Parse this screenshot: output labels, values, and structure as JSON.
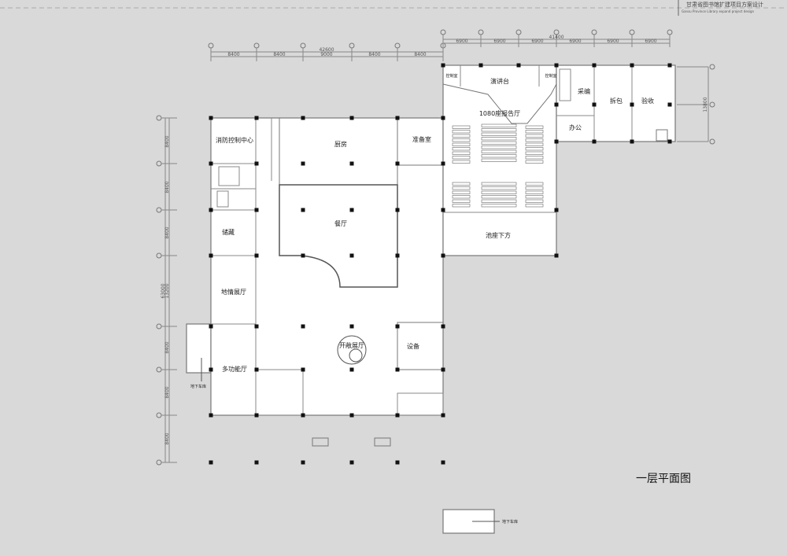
{
  "title": {
    "cn": "甘肃省图书馆扩建项目方案设计",
    "en": "Gansu Province Library expand project design"
  },
  "plan_title": "一层平面图",
  "dimensions": {
    "top_left_total": "42600",
    "top_left_spans": [
      "8400",
      "8400",
      "9000",
      "8400",
      "8400"
    ],
    "top_right_total": "41400",
    "top_right_spans": [
      "6900",
      "6900",
      "6900",
      "6900",
      "6900",
      "6900"
    ],
    "left_total": "63000",
    "left_spans": [
      "8400",
      "8400",
      "8400",
      "13200",
      "8400",
      "8400",
      "8400"
    ],
    "right_total": "13800"
  },
  "rooms": {
    "fire_control": "消防控制中心",
    "kitchen": "厨房",
    "prep": "准备室",
    "dining": "餐厅",
    "storage": "储藏",
    "local_exhibit": "地情展厅",
    "multi_hall": "多功能厅",
    "open_exhibit": "开敞展厅",
    "equipment": "设备",
    "stage": "演讲台",
    "control_l": "控制室",
    "control_r": "控制室",
    "auditorium": "1080座报告厅",
    "under_seats": "池座下方",
    "purchase": "采编",
    "office": "办公",
    "unpack": "拆包",
    "acceptance": "验收",
    "garage_1": "地下车库",
    "garage_2": "地下车库"
  }
}
